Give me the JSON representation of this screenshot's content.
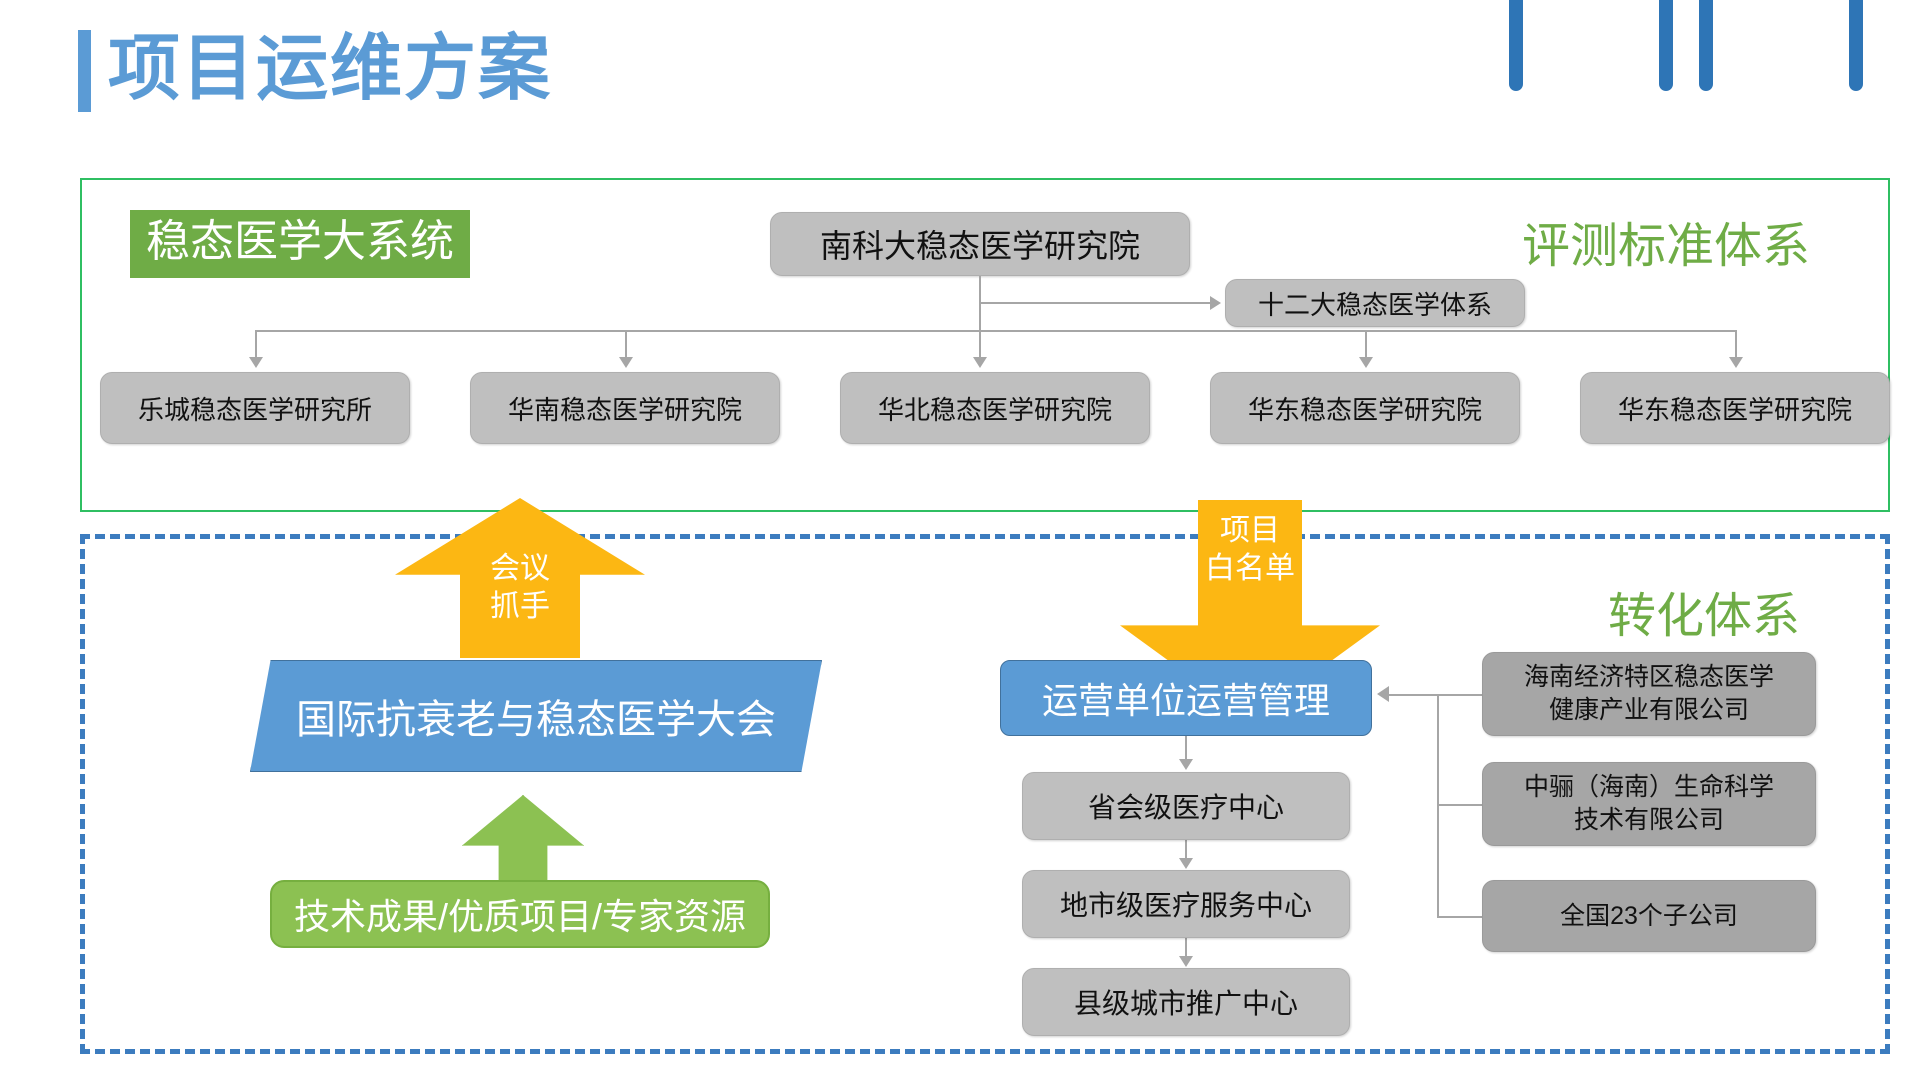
{
  "header": {
    "title": "项目运维方案",
    "accent_color": "#5B9BD5",
    "logo_name": "double-chevron-logo"
  },
  "panels": {
    "top": {
      "name": "评测标准体系",
      "title_right": "评测标准体系",
      "system_label": "稳态医学大系统",
      "border_color": "#2FBF62",
      "label_bg": "#6FAC46"
    },
    "bottom": {
      "title_right": "转化体系",
      "border_color": "#3C7CBF"
    }
  },
  "top_section": {
    "root": "南科大稳态医学研究院",
    "side_node": "十二大稳态医学体系",
    "institutes": [
      "乐城稳态医学研究所",
      "华南稳态医学研究院",
      "华北稳态医学研究院",
      "华东稳态医学研究院",
      "华东稳态医学研究院"
    ]
  },
  "arrows": {
    "up_yellow_label": "会议\n抓手",
    "down_yellow_label": "项目\n白名单",
    "yellow_color": "#FCB713",
    "green_color": "#8CC152"
  },
  "bottom_left": {
    "conference": "国际抗衰老与稳态医学大会",
    "resources": "技术成果/优质项目/专家资源"
  },
  "bottom_right": {
    "operator": "运营单位运营管理",
    "chain": [
      "省会级医疗中心",
      "地市级医疗服务中心",
      "县级城市推广中心"
    ],
    "companies": [
      "海南经济特区稳态医学\n健康产业有限公司",
      "中骊（海南）生命科学\n技术有限公司",
      "全国23个子公司"
    ]
  }
}
